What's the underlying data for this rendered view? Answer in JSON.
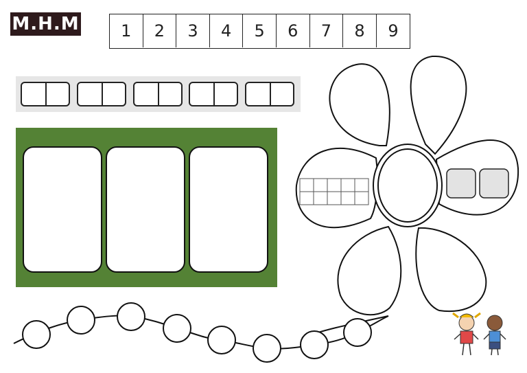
{
  "logo": {
    "text": "M.H.M"
  },
  "number_line": [
    "1",
    "2",
    "3",
    "4",
    "5",
    "6",
    "7",
    "8",
    "9"
  ],
  "pair_boxes": 5,
  "cards": 3,
  "bead_string": 8,
  "ten_frame": {
    "rows": 2,
    "cols": 5
  },
  "colors": {
    "panel_green": "#548235",
    "band_gray": "#e6e6e6",
    "logo_bg": "#2e1a1c"
  },
  "icons": [
    "flower-outline",
    "children-illustration"
  ]
}
